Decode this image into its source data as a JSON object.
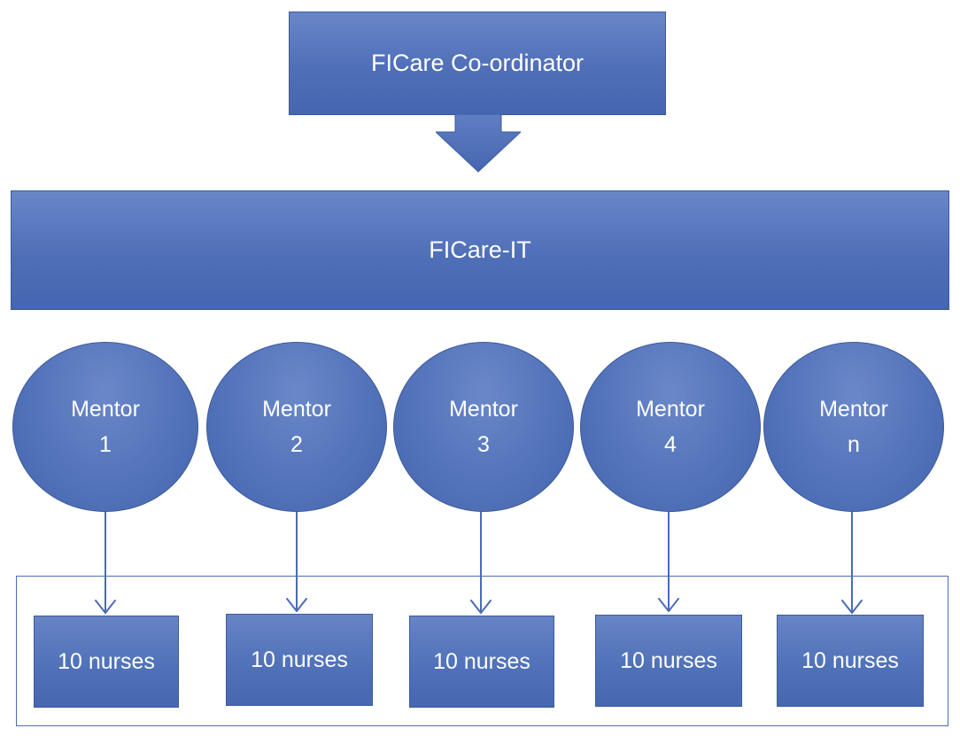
{
  "coordinator": {
    "label": "FICare Co-ordinator"
  },
  "platform": {
    "label": "FICare-IT"
  },
  "mentors": [
    {
      "line1": "Mentor",
      "line2": "1"
    },
    {
      "line1": "Mentor",
      "line2": "2"
    },
    {
      "line1": "Mentor",
      "line2": "3"
    },
    {
      "line1": "Mentor",
      "line2": "4"
    },
    {
      "line1": "Mentor",
      "line2": "n"
    }
  ],
  "nurse_groups": [
    {
      "label": "10 nurses"
    },
    {
      "label": "10 nurses"
    },
    {
      "label": "10 nurses"
    },
    {
      "label": "10 nurses"
    },
    {
      "label": "10 nurses"
    }
  ],
  "colors": {
    "shape_fill": "#4f6fb8",
    "outline": "#3d5a9e",
    "connector": "#4a6cb5",
    "text": "#ffffff"
  }
}
